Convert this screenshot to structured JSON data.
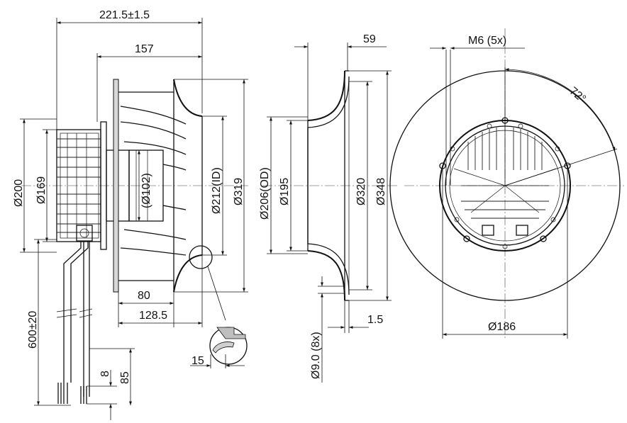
{
  "views": {
    "side": {
      "dims": {
        "overall_length": "221.5±1.5",
        "wheel_length": "157",
        "motor_dia_outer": "Ø200",
        "motor_dia_inner": "Ø169",
        "hub_dia": "(Ø102)",
        "inlet_id": "Ø212(ID)",
        "wheel_dia": "Ø319",
        "depth_80": "80",
        "depth_128": "128.5",
        "cable_length": "600±20",
        "cable_strip_8": "8",
        "cable_strip_85": "85",
        "ring_detail": "15"
      }
    },
    "inlet_ring": {
      "dims": {
        "height": "59",
        "od": "Ø206(OD)",
        "inner": "Ø195",
        "ring_inner": "Ø320",
        "ring_outer": "Ø348",
        "holes": "Ø9.0 (8x)",
        "thickness": "1.5"
      }
    },
    "front": {
      "dims": {
        "threads": "M6 (5x)",
        "angle": "72°",
        "bolt_circle": "Ø186"
      }
    }
  }
}
